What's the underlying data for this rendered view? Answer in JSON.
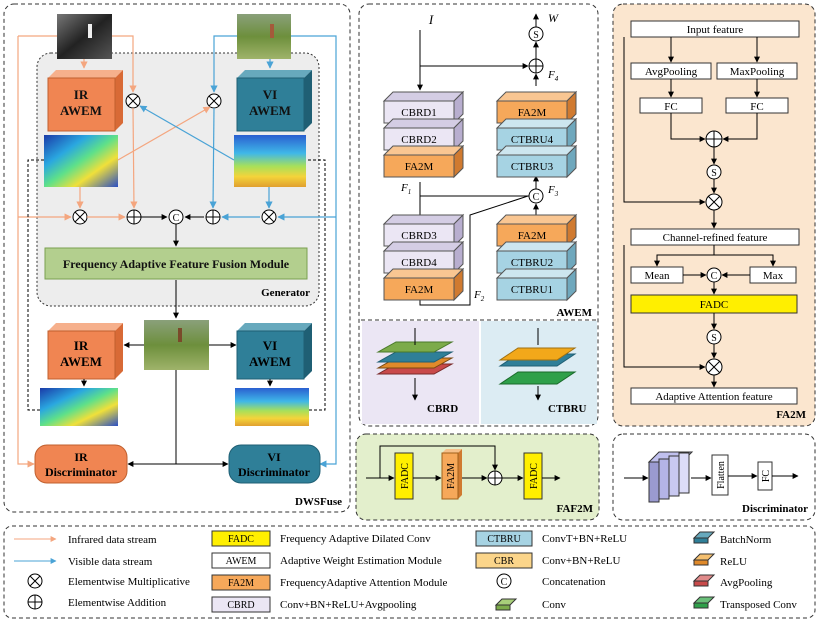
{
  "dwsfuse": {
    "title": "DWSFuse",
    "generator_label": "Generator",
    "ir_awem_line1": "IR",
    "ir_awem_line2": "AWEM",
    "vi_awem_line1": "VI",
    "vi_awem_line2": "AWEM",
    "concat_symbol": "C",
    "ffm_label": "Frequency Adaptive Feature Fusion Module",
    "ir_disc_line1": "IR",
    "ir_disc_line2": "Discriminator",
    "vi_disc_line1": "VI",
    "vi_disc_line2": "Discriminator"
  },
  "awem": {
    "title": "AWEM",
    "input_label": "I",
    "output_label": "W",
    "sigmoid_symbol": "S",
    "concat_symbol": "C",
    "left_stack": [
      "CBRD1",
      "CBRD2",
      "FA2M",
      "CBRD3",
      "CBRD4",
      "FA2M"
    ],
    "right_stack": [
      "FA2M",
      "CTBRU4",
      "CTBRU3",
      "FA2M",
      "CTBRU2",
      "CTBRU1"
    ],
    "f1": "F",
    "f1_sub": "1",
    "f2": "F",
    "f2_sub": "2",
    "f3": "F",
    "f3_sub": "3",
    "f4": "F",
    "f4_sub": "4",
    "cbrd_label": "CBRD",
    "ctbru_label": "CTBRU"
  },
  "fa2m": {
    "title": "FA2M",
    "input_feature": "Input feature",
    "avgpool": "AvgPooling",
    "maxpool": "MaxPooling",
    "fc1": "FC",
    "fc2": "FC",
    "sigmoid_symbol": "S",
    "channel_refined": "Channel-refined feature",
    "mean": "Mean",
    "max": "Max",
    "concat_symbol": "C",
    "fadc": "FADC",
    "adaptive_attention": "Adaptive Attention feature"
  },
  "faf2m": {
    "title": "FAF2M",
    "fadc1": "FADC",
    "fa2m": "FA2M",
    "fadc2": "FADC"
  },
  "discriminator": {
    "title": "Discriminator",
    "flatten": "Flatten",
    "fc": "FC"
  },
  "legend": {
    "infrared_stream": "Infrared data stream",
    "visible_stream": "Visible data stream",
    "multiplicative": "Elementwise Multiplicative",
    "addition": "Elementwise Addition",
    "fadc_key": "FADC",
    "fadc_desc": "Frequency Adaptive Dilated Conv",
    "awem_key": "AWEM",
    "awem_desc": "Adaptive Weight Estimation Module",
    "fa2m_key": "FA2M",
    "fa2m_desc": "FrequencyAdaptive Attention Module",
    "cbrd_key": "CBRD",
    "cbrd_desc": "Conv+BN+ReLU+Avgpooling",
    "ctbru_key": "CTBRU",
    "ctbru_desc": "ConvT+BN+ReLU",
    "cbr_key": "CBR",
    "cbr_desc": "Conv+BN+ReLU",
    "concat_symbol": "C",
    "concat_desc": "Concatenation",
    "conv_desc": "Conv",
    "batchnorm_desc": "BatchNorm",
    "relu_desc": "ReLU",
    "avgpool_desc": "AvgPooling",
    "transposed_desc": "Transposed Conv"
  },
  "colors": {
    "infrared": "#f4a67f",
    "visible": "#4aa3d6",
    "ir_block": "#f08552",
    "vi_block": "#2f7f98",
    "fadc": "#ffef00",
    "fa2m": "#f6a85a",
    "cbrd": "#ebe6f4",
    "ctbru": "#a6d3e3",
    "generator_bg": "#ededed",
    "ffm_bg": "#b3cf8e",
    "fa2m_panel_bg": "#fbe6cf",
    "faf2m_bg": "#e3efcc"
  }
}
